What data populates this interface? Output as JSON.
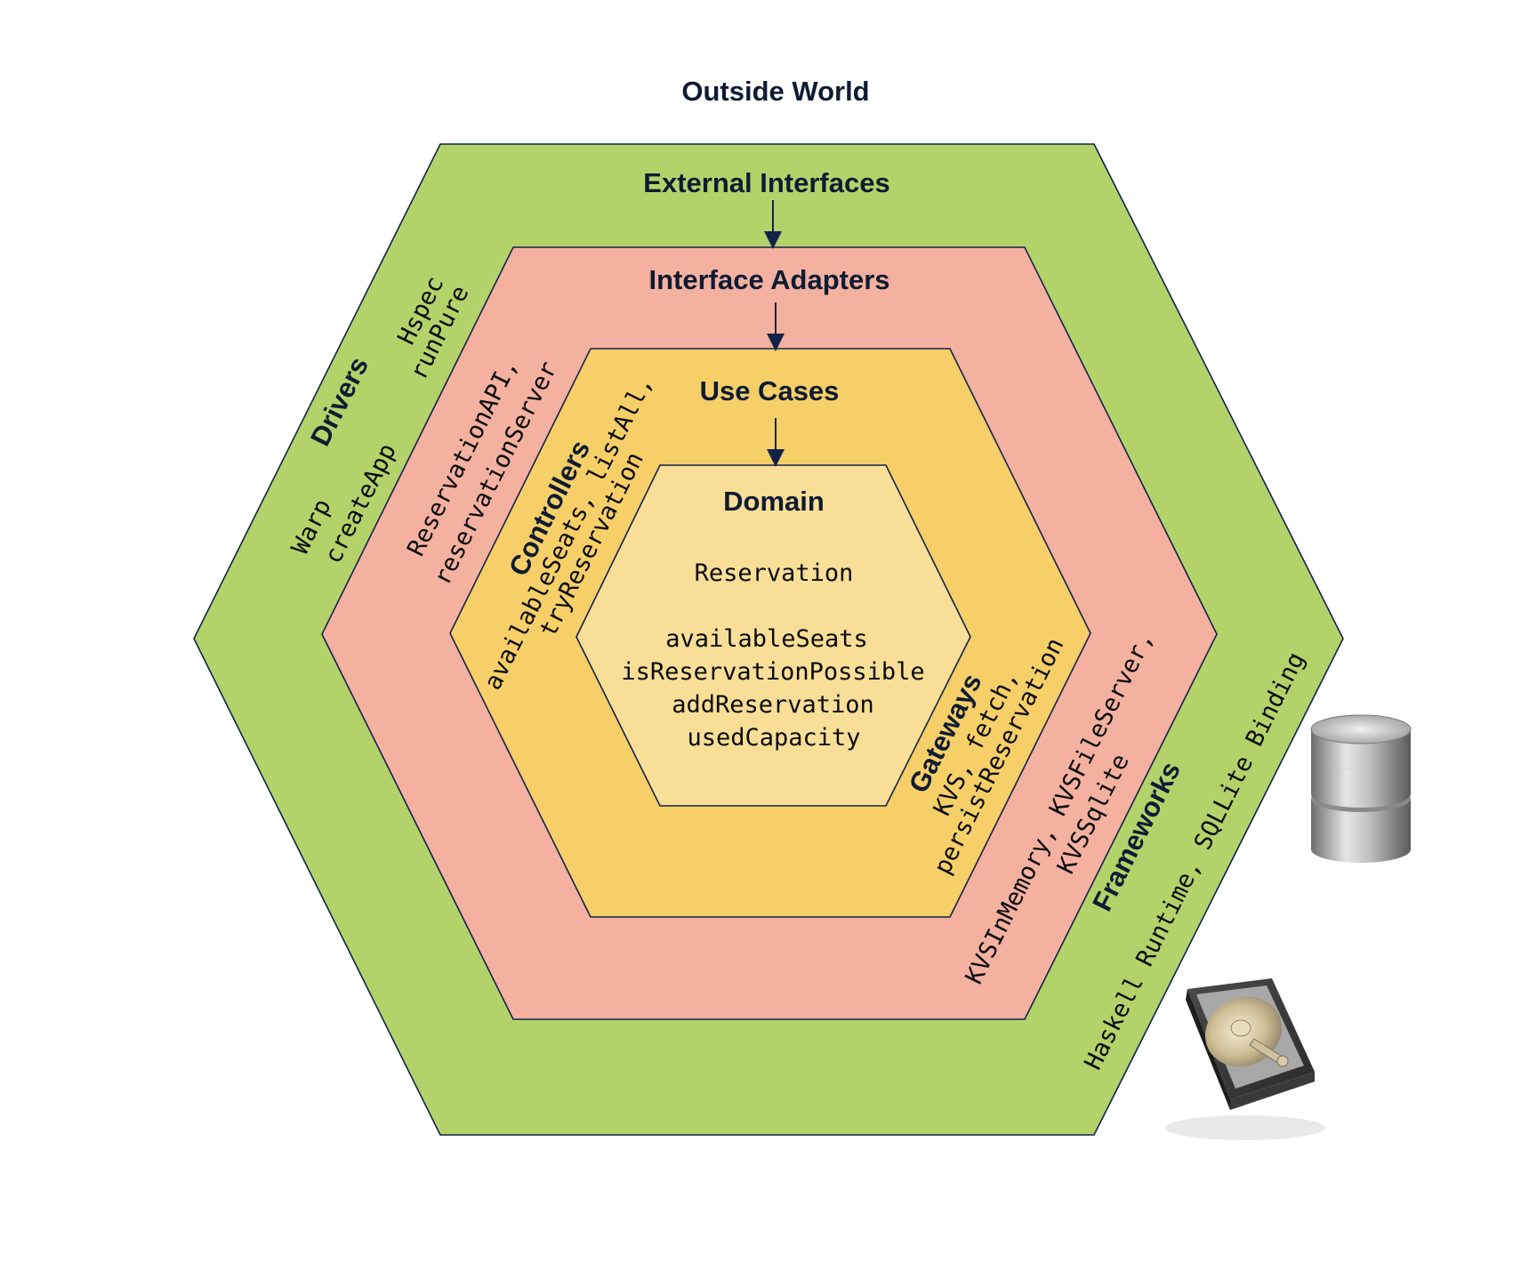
{
  "outside_world": "Outside World",
  "layers": {
    "external": {
      "title": "External Interfaces",
      "color": "#b3d36a",
      "drivers": {
        "heading": "Drivers",
        "line1": "Hspec",
        "line2": "runPure",
        "line3": "Warp",
        "line4": "createApp"
      },
      "frameworks": {
        "heading": "Frameworks",
        "line1": "Haskell Runtime, SQLLite Binding"
      }
    },
    "adapters": {
      "title": "Interface Adapters",
      "color": "#f4b19f",
      "left": {
        "line1": "ReservationAPI,",
        "line2": "reservationServer"
      },
      "right": {
        "line1": "KVSInMemory, KVSFileServer,",
        "line2": "KVSSqlite"
      }
    },
    "usecases": {
      "title": "Use Cases",
      "color": "#f6cf68",
      "controllers": {
        "heading": "Controllers",
        "line1": "availableSeats, listAll,",
        "line2": "tryReservation"
      },
      "gateways": {
        "heading": "Gateways",
        "line1": "KVS, fetch,",
        "line2": "persistReservation"
      }
    },
    "domain": {
      "title": "Domain",
      "color": "#f8de96",
      "entity": "Reservation",
      "functions": [
        "availableSeats",
        "isReservationPossible",
        "addReservation",
        "usedCapacity"
      ]
    }
  },
  "icons": {
    "database": "database-icon",
    "harddisk": "hard-disk-icon"
  },
  "arrow_color": "#14224a"
}
